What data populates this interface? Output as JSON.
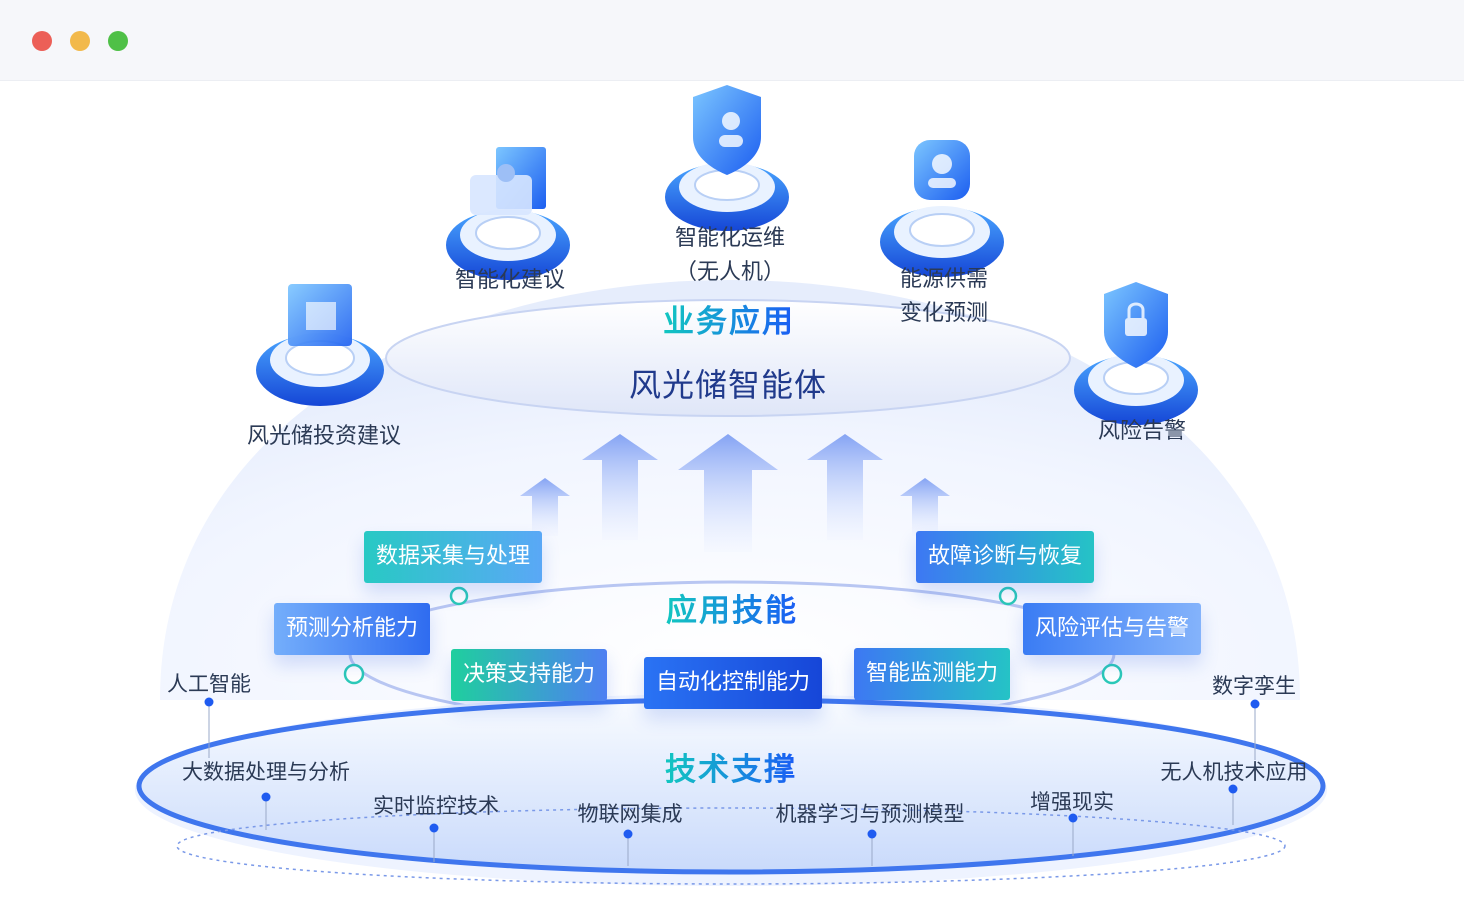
{
  "window": {
    "controls": [
      "close",
      "minimize",
      "maximize"
    ]
  },
  "business": {
    "section_title": "业务应用",
    "core_title": "风光储智能体",
    "apps": [
      {
        "label": "风光储投资建议",
        "icon": "cube-icon"
      },
      {
        "label": "智能化建议",
        "icon": "document-user-icon"
      },
      {
        "label": "智能化运维\n（无人机）",
        "icon": "shield-user-icon"
      },
      {
        "label": "能源供需\n变化预测",
        "icon": "user-card-icon"
      },
      {
        "label": "风险告警",
        "icon": "shield-lock-icon"
      }
    ]
  },
  "skills": {
    "section_title": "应用技能",
    "items": [
      "数据采集与处理",
      "故障诊断与恢复",
      "预测分析能力",
      "风险评估与告警",
      "决策支持能力",
      "自动化控制能力",
      "智能监测能力"
    ]
  },
  "tech": {
    "section_title": "技术支撑",
    "items": [
      "人工智能",
      "数字孪生",
      "大数据处理与分析",
      "无人机技术应用",
      "实时监控技术",
      "物联网集成",
      "机器学习与预测模型",
      "增强现实"
    ]
  },
  "colors": {
    "accent_blue": "#1a5cf5",
    "accent_teal": "#12c7c0",
    "text": "#2b3a55",
    "core_text": "#203a8c"
  }
}
